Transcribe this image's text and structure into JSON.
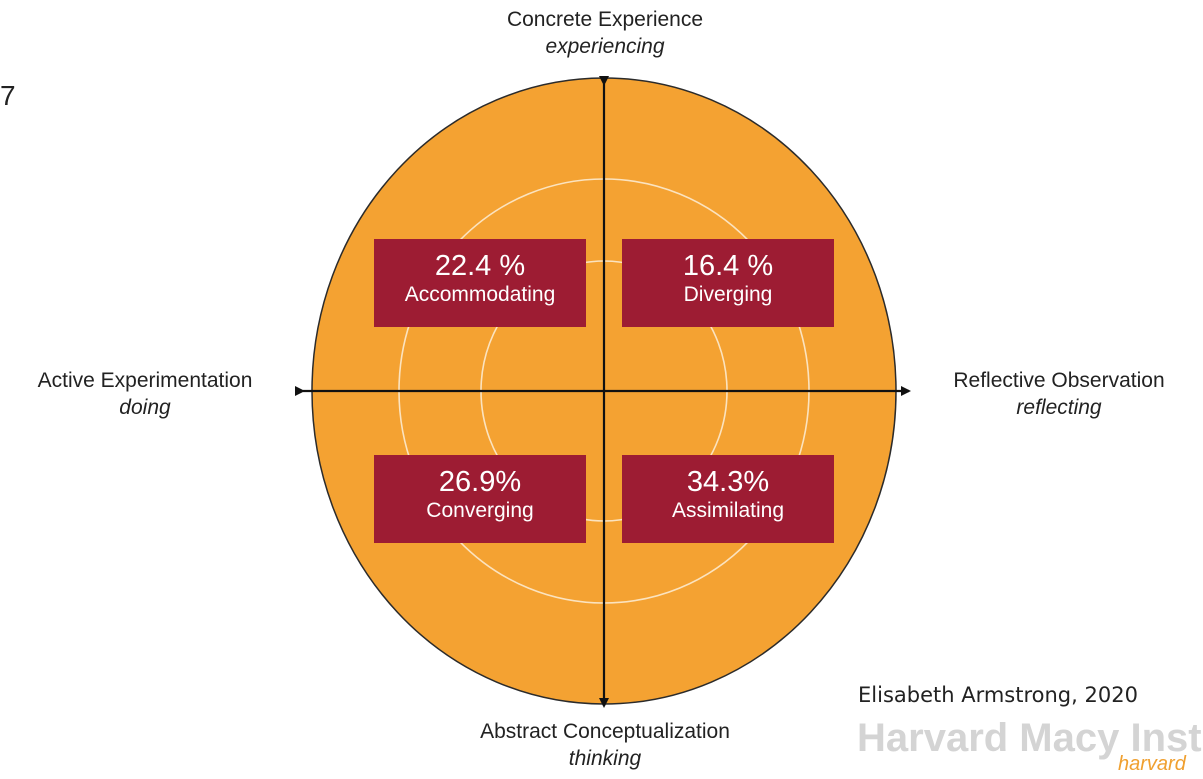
{
  "slide_number": "7",
  "colors": {
    "circle_fill": "#f4a232",
    "circle_stroke": "#2b2b2b",
    "ring_stroke": "#fbe3bf",
    "box_fill": "#9d1c33",
    "box_text": "#ffffff",
    "axis": "#111111",
    "logo_gray": "#d4d4d4",
    "logo_orange": "#f0a030"
  },
  "poles": {
    "top": {
      "label": "Concrete Experience",
      "mode": "experiencing"
    },
    "bottom": {
      "label": "Abstract Conceptualization",
      "mode": "thinking"
    },
    "left": {
      "label": "Active Experimentation",
      "mode": "doing"
    },
    "right": {
      "label": "Reflective Observation",
      "mode": "reflecting"
    }
  },
  "quadrants": {
    "accommodating": {
      "percent": "22.4 %",
      "label": "Accommodating"
    },
    "diverging": {
      "percent": "16.4 %",
      "label": "Diverging"
    },
    "converging": {
      "percent": "26.9%",
      "label": "Converging"
    },
    "assimilating": {
      "percent": "34.3%",
      "label": "Assimilating"
    }
  },
  "credit": "Elisabeth Armstrong, 2020",
  "logo": {
    "name": "Harvard Macy Instit",
    "sub": "harvard"
  }
}
